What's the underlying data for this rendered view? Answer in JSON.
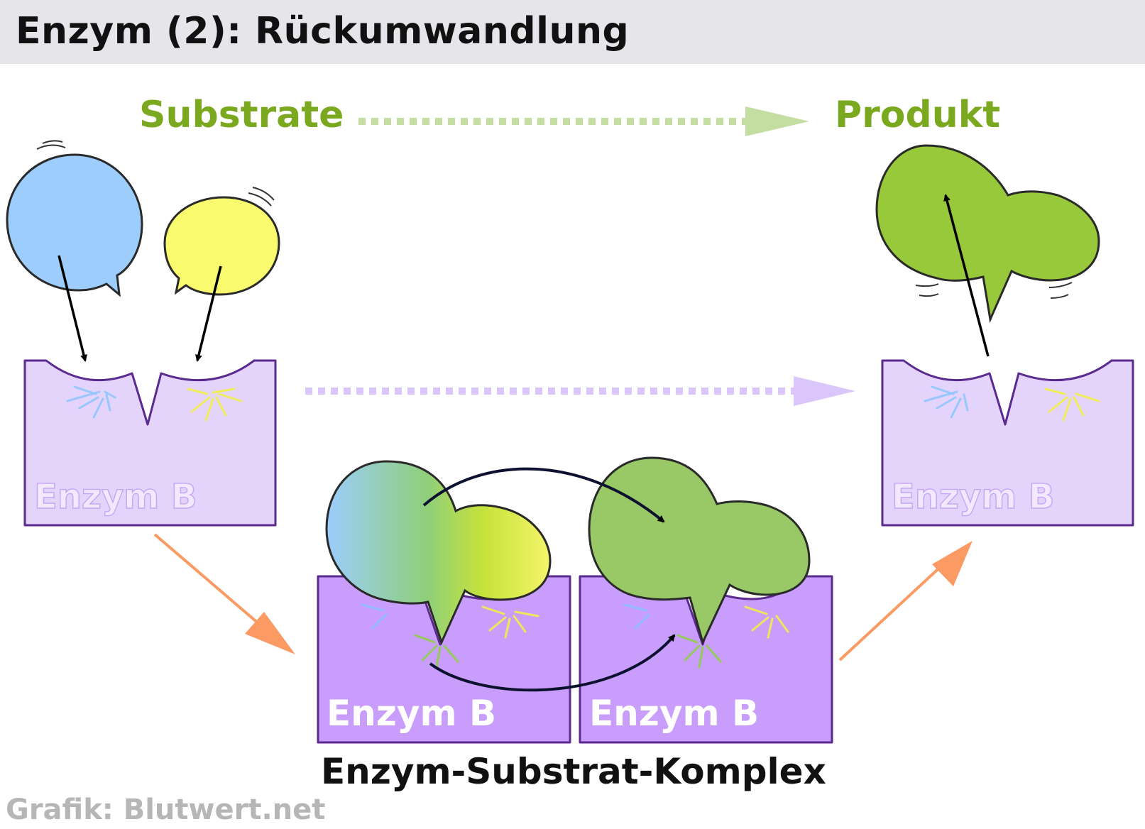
{
  "title": "Enzym (2): Rückumwandlung",
  "labels": {
    "substrate": "Substrate",
    "produkt": "Produkt",
    "complex": "Enzym-Substrat-Komplex",
    "enzyme_left": "Enzym B",
    "enzyme_right": "Enzym B",
    "enzyme_complex_left": "Enzym B",
    "enzyme_complex_right": "Enzym B"
  },
  "credit": "Grafik: Blutwert.net",
  "colors": {
    "header_bg": "#e6e6ea",
    "label_green": "#7aa81e",
    "enzyme_light": "#e4d4fc",
    "enzyme_dark": "#c89dfb",
    "enzyme_border": "#5a2a8f",
    "substrate_blue": "#9ccdfd",
    "substrate_yellow": "#fafa6e",
    "product_green": "#98c93a",
    "arrow_orange": "#fb9a62",
    "arrow_dotted_green": "#c3dea0",
    "arrow_dotted_purple": "#dbc6fb"
  }
}
